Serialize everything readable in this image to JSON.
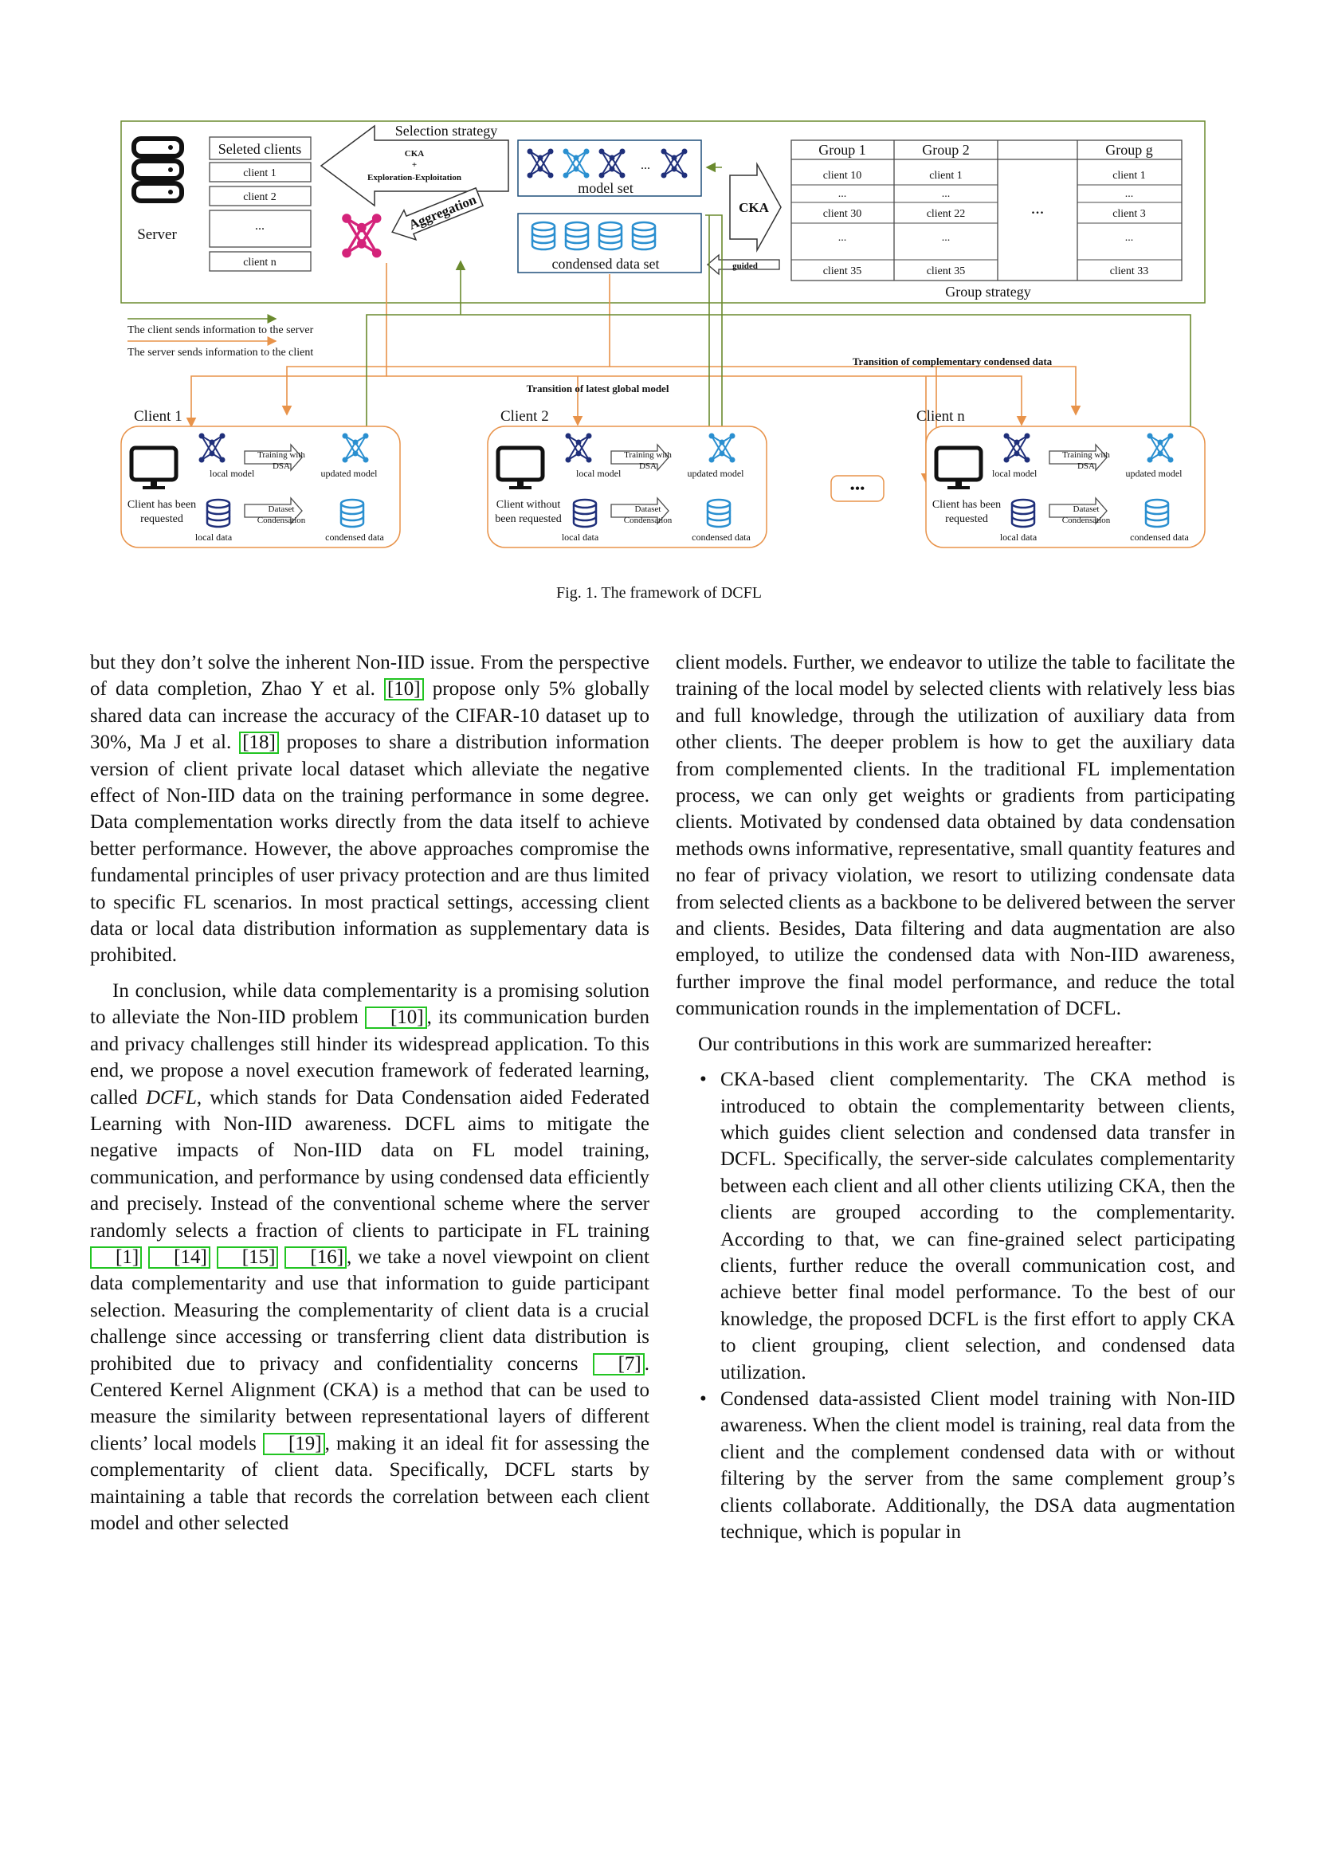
{
  "figure": {
    "server_label": "Server",
    "selected_clients": {
      "title": "Seleted clients",
      "items": [
        "client 1",
        "client 2",
        "...",
        "client n"
      ]
    },
    "selection_strategy": {
      "label": "Selection strategy",
      "line1": "CKA",
      "line2": "+",
      "line3": "Exploration-Exploitation"
    },
    "aggregation_label": "Aggregation",
    "model_set_label": "model set",
    "model_set_dots": "...",
    "condensed_data_set_label": "condensed  data set",
    "cka_label": "CKA",
    "guided_label": "guided",
    "groups": {
      "headers": [
        "Group 1",
        "Group 2",
        "Group g"
      ],
      "col1": [
        "client 10",
        "...",
        "client 30",
        "...",
        "client 35"
      ],
      "col2": [
        "client 1",
        "...",
        "client 22",
        "...",
        "client 35"
      ],
      "colg": [
        "client 1",
        "...",
        "client 3",
        "...",
        "client 33"
      ],
      "middle_dots": "...",
      "strategy_label": "Group strategy"
    },
    "legend": {
      "green": "The client sends information to the server",
      "orange": "The server sends information to the client"
    },
    "transition_condensed": "Transition of complementary condensed data",
    "transition_global": "Transition of latest global model",
    "between_dots": "•••",
    "clients": [
      {
        "name": "Client 1",
        "status": [
          "Client has been",
          "requested"
        ]
      },
      {
        "name": "Client 2",
        "status": [
          "Client without",
          "been requested"
        ]
      },
      {
        "name": "Client n",
        "status": [
          "Client has been",
          "requested"
        ]
      }
    ],
    "client_parts": {
      "local_model": "local model",
      "training": [
        "Training with",
        "DSA"
      ],
      "updated_model": "updated model",
      "dataset_condensation": [
        "Dataset",
        "Condensation"
      ],
      "local_data": "local data",
      "condensed_data": "condensed  data"
    },
    "colors": {
      "green": "#6a8a2e",
      "orange": "#e8934a",
      "navy": "#1f2f7a",
      "lightblue": "#2a8fd0",
      "magenta": "#d4237a",
      "box": "#4a4a4a"
    }
  },
  "caption": "Fig. 1.  The framework of DCFL",
  "left_column": {
    "p1": {
      "t1": "but they don’t solve the inherent Non-IID issue. From the perspective of data completion, Zhao Y et al. ",
      "c1": "[10]",
      "t2": " propose only 5% globally shared data can increase the accuracy of the CIFAR-10 dataset up to 30%, Ma J et al. ",
      "c2": "[18]",
      "t3": " proposes to share a distribution information version of client private local dataset which alleviate the negative effect of Non-IID data on the training performance in some degree. Data complementation works directly from the data itself to achieve better performance. However, the above approaches compromise the fundamental principles of user privacy protection and are thus limited to specific FL scenarios. In most practical settings, accessing client data or local data distribution information as supplementary data is prohibited."
    },
    "p2": {
      "t1": "In conclusion, while data complementarity is a promising solution to alleviate the Non-IID problem ",
      "c1": "[10]",
      "t2": ", its communication burden and privacy challenges still hinder its widespread application. To this end, we propose a novel execution framework of federated learning, called ",
      "em": "DCFL",
      "t3": ", which stands for Data Condensation aided Federated Learning with Non-IID awareness. DCFL aims to mitigate the negative impacts of Non-IID data on FL model training, communication, and performance by using condensed data efficiently and precisely. Instead of the conventional scheme where the server randomly selects a fraction of clients to participate in FL training ",
      "c2": "[1]",
      "c3": "[14]",
      "c4": "[15]",
      "c5": "[16]",
      "t4": ", we take a novel viewpoint on client data complementarity and use that information to guide participant selection. Measuring the complementarity of client data is a crucial challenge since accessing or transferring client data distribution is prohibited due to privacy and confidentiality concerns ",
      "c6": "[7]",
      "t5": ". Centered Kernel Alignment (CKA) is a method that can be used to measure the similarity between representational layers of different clients’ local models ",
      "c7": "[19]",
      "t6": ", making it an ideal fit for assessing the complementarity of client data. Specifically, DCFL starts by maintaining a table that records the correlation between each client model and other selected"
    }
  },
  "right_column": {
    "p1": "client models. Further, we endeavor to utilize the table to facilitate the training of the local model by selected clients with relatively less bias and full knowledge, through the utilization of auxiliary data from other clients. The deeper problem is how to get the auxiliary data from complemented clients. In the traditional FL implementation process, we can only get weights or gradients from participating clients. Motivated by condensed data obtained by data condensation methods owns informative, representative, small quantity features and no fear of privacy violation, we resort to utilizing condensate data from selected clients as a backbone to be delivered between the server and clients. Besides, Data filtering and data augmentation are also employed, to utilize the condensed data with Non-IID awareness, further improve the final model performance, and reduce the total communication rounds in the implementation of DCFL.",
    "p2": "Our contributions in this work are summarized hereafter:",
    "bullets": [
      "CKA-based client complementarity. The CKA method is introduced to obtain the complementarity between clients, which guides client selection and condensed data transfer in DCFL. Specifically, the server-side calculates complementarity between each client and all other clients utilizing CKA, then the clients are grouped according to the complementarity. According to that, we can fine-grained select participating clients, further reduce the overall communication cost, and achieve better final model performance. To the best of our knowledge, the proposed DCFL is the first effort to apply CKA to client grouping, client selection, and condensed data utilization.",
      "Condensed data-assisted Client model training with Non-IID awareness. When the client model is training, real data from the client and the complement condensed data with or without filtering by the server from the same complement group’s clients collaborate. Additionally, the DSA data augmentation technique, which is popular in"
    ]
  }
}
